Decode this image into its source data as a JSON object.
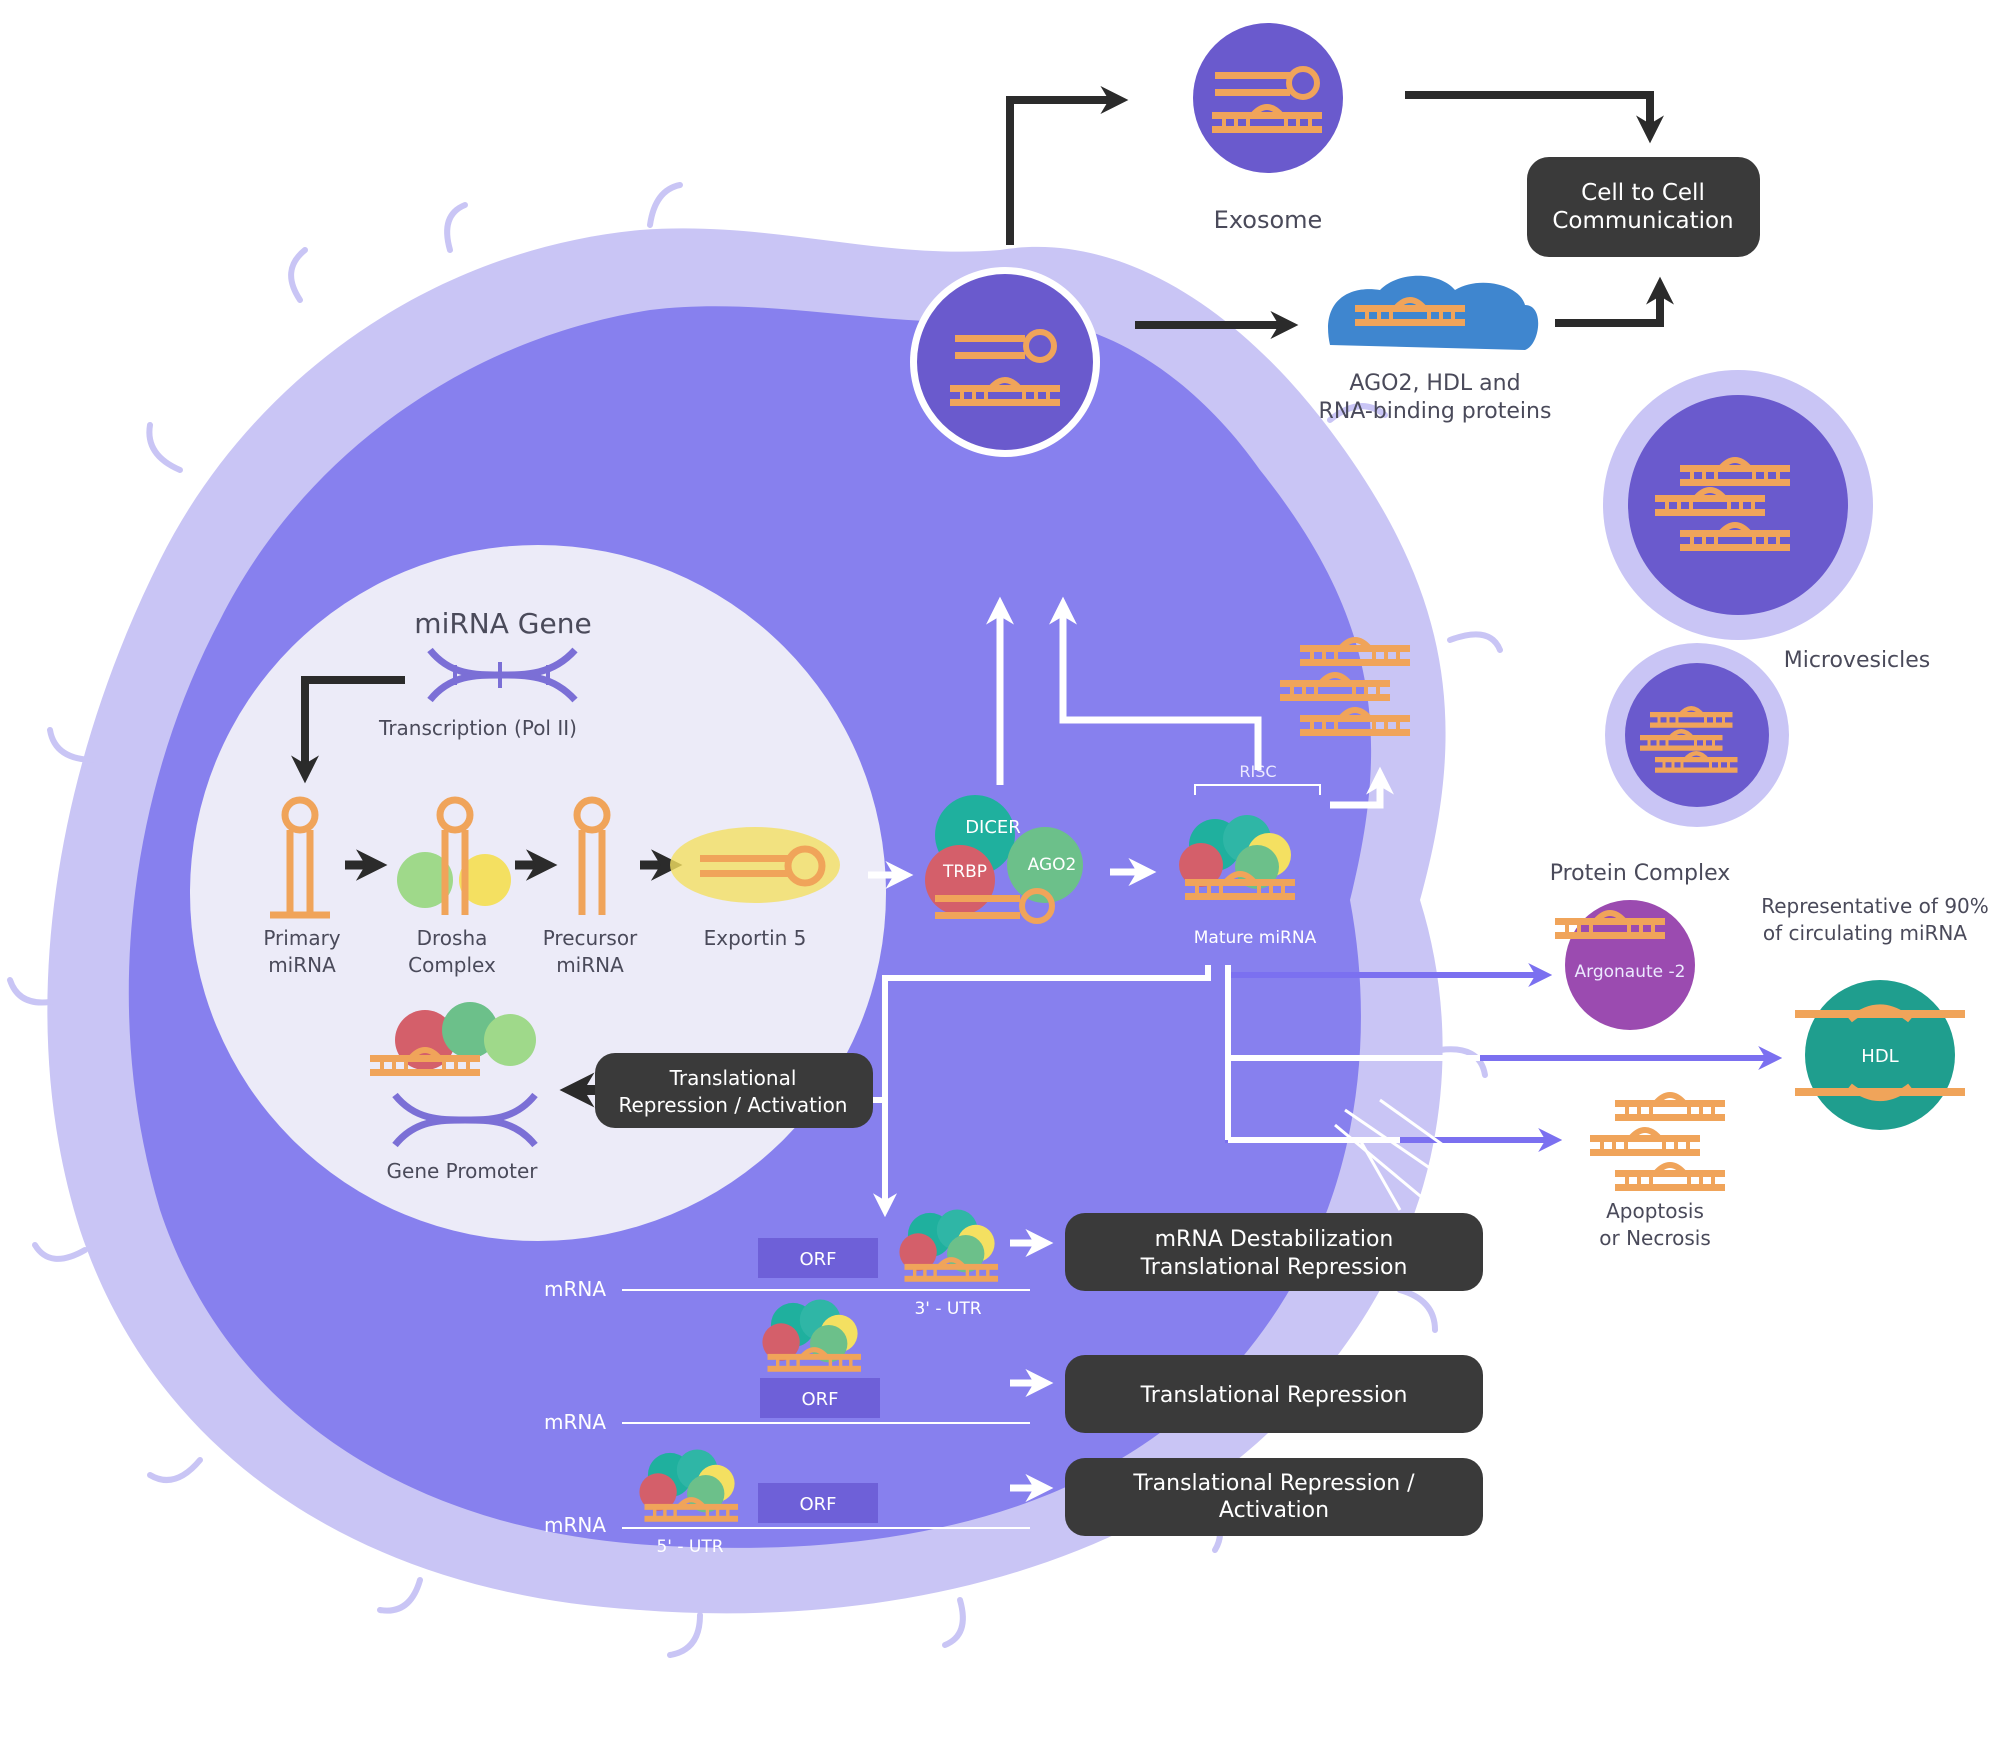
{
  "nucleus": {
    "gene_title": "miRNA Gene",
    "transcription": "Transcription (Pol II)",
    "primary": [
      "Primary",
      "miRNA"
    ],
    "drosha": [
      "Drosha",
      "Complex"
    ],
    "precursor": [
      "Precursor",
      "miRNA"
    ],
    "gene_promoter": "Gene Promoter"
  },
  "cytoplasm": {
    "exportin": "Exportin 5",
    "dicer": "DICER",
    "trbp": "TRBP",
    "ago2": "AGO2",
    "risc": "RISC",
    "mature": "Mature miRNA",
    "trans_repression_activation": [
      "Translational",
      "Repression / Activation"
    ],
    "orf": "ORF",
    "mrna": "mRNA",
    "utr3": "3' - UTR",
    "utr5": "5' - UTR",
    "box_destabilization": [
      "mRNA Destabilization",
      "Translational Repression"
    ],
    "box_repression": "Translational Repression",
    "box_repression_activation": [
      "Translational Repression /",
      "Activation"
    ]
  },
  "extracellular": {
    "exosome": "Exosome",
    "cell_to_cell": [
      "Cell to Cell",
      "Communication"
    ],
    "ago2_hdl": [
      "AGO2, HDL and",
      "RNA-binding proteins"
    ],
    "microvesicles": "Microvesicles",
    "protein_complex": "Protein Complex",
    "argonaute": "Argonaute -2",
    "representative": [
      "Representative of 90%",
      "of circulating miRNA"
    ],
    "hdl": "HDL",
    "apoptosis": [
      "Apoptosis",
      "or Necrosis"
    ]
  },
  "colors": {
    "cell_outer": "#c9c5f5",
    "cytoplasm": "#8780ee",
    "nucleus": "#ecebf8",
    "vesicle": "#6a5acd",
    "dark_box": "#3a3a3a",
    "rna": "#f0a45a",
    "dna": "#7b6fd6",
    "ago_purple": "#9b4bb0",
    "hdl_teal": "#1f9e8e",
    "protein_blue": "#3f86cf"
  }
}
